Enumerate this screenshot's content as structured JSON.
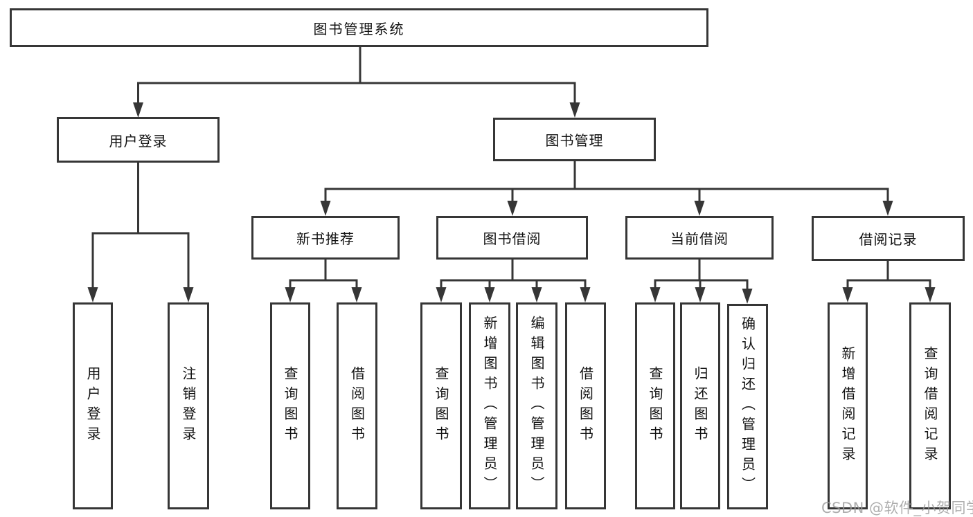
{
  "tree": {
    "root_label": "图书管理系统",
    "level2": [
      {
        "label": "用户登录"
      },
      {
        "label": "图书管理"
      }
    ],
    "level3": [
      {
        "label": "新书推荐"
      },
      {
        "label": "图书借阅"
      },
      {
        "label": "当前借阅"
      },
      {
        "label": "借阅记录"
      }
    ],
    "leaves": {
      "user_login": [
        "用户登录",
        "注销登录"
      ],
      "new_book": [
        "查询图书",
        "借阅图书"
      ],
      "book_borrow": [
        "查询图书",
        "新增图书（管理员）",
        "编辑图书（管理员）",
        "借阅图书"
      ],
      "current_borrow": [
        "查询图书",
        "归还图书",
        "确认归还（管理员）"
      ],
      "borrow_record": [
        "新增借阅记录",
        "查询借阅记录"
      ]
    }
  },
  "watermark": "CSDN @软件_小贺同学",
  "colors": {
    "line": "#363636",
    "box_fill": "#ffffff",
    "text": "#111111",
    "watermark": "#9a9a9a"
  }
}
